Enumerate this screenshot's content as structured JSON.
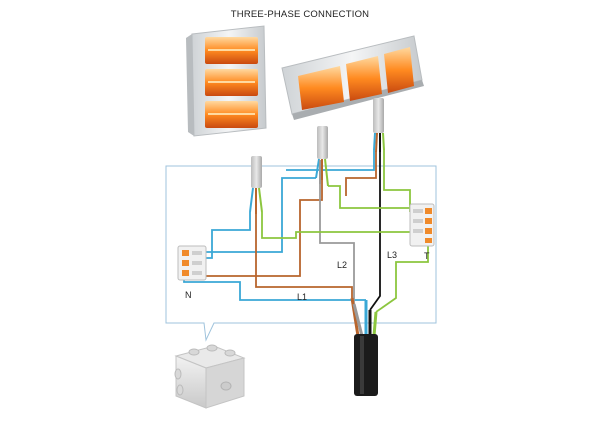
{
  "title": "THREE-PHASE CONNECTION",
  "labels": {
    "neutral": "N",
    "earth": "T",
    "l1": "L1",
    "l2": "L2",
    "l3": "L3"
  },
  "colors": {
    "outline": "#9fc3dc",
    "blue": "#3aa8d6",
    "brown": "#b8652d",
    "grey": "#9a9a9a",
    "black": "#111111",
    "green_yellow": "#8cc63f",
    "glow": "#ff7a1a",
    "housing": "#e6e8ea"
  }
}
